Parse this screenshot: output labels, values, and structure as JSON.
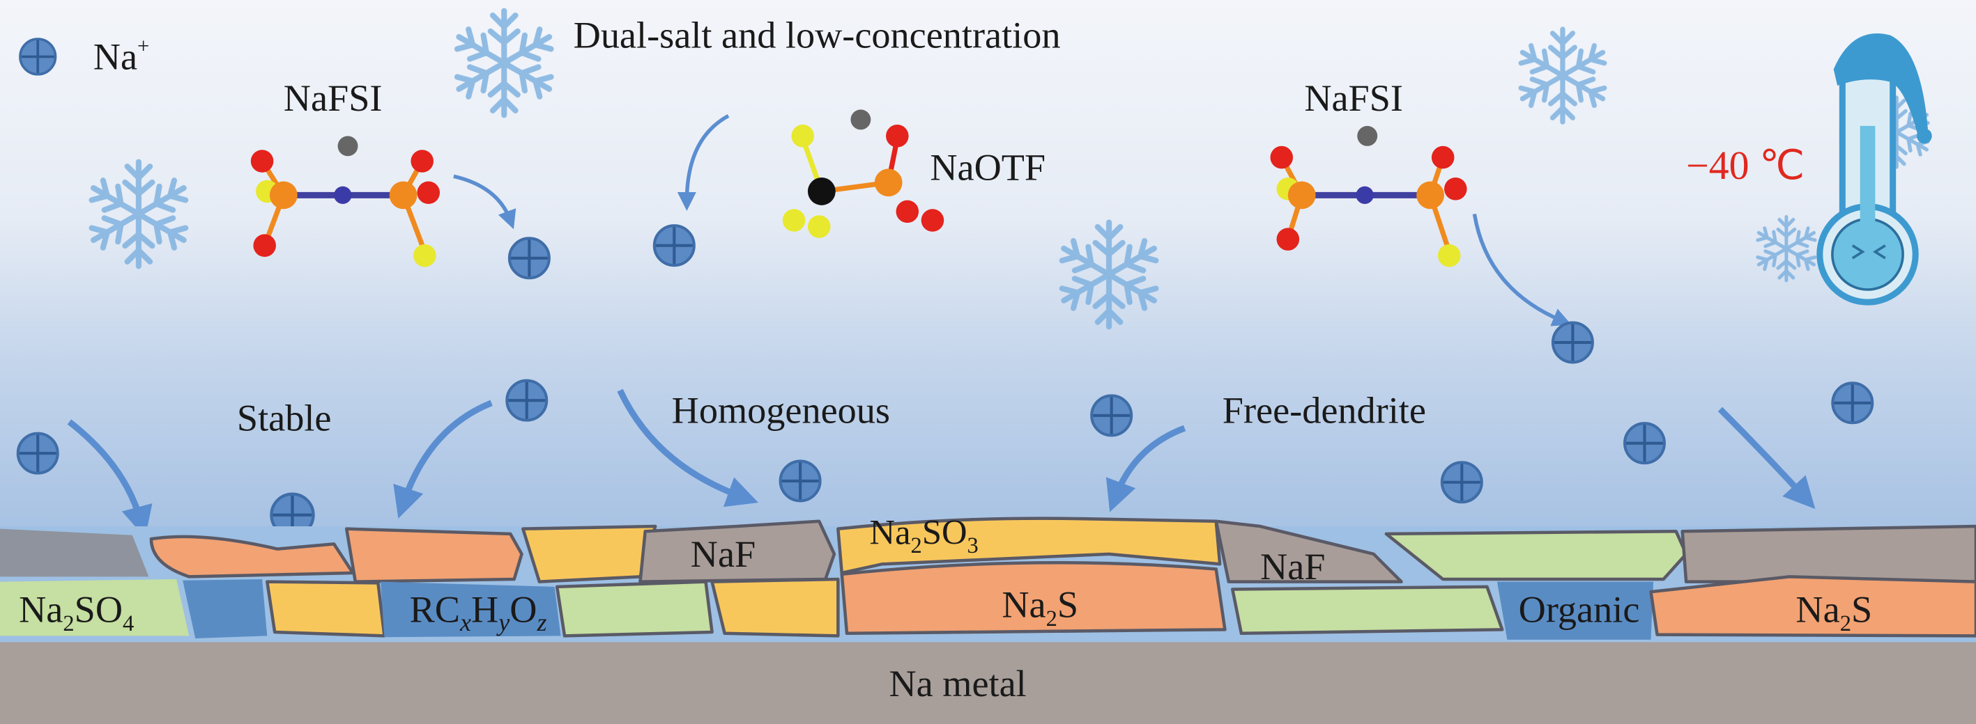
{
  "title": "Dual-salt and low-concentration",
  "legend": {
    "ion_label": [
      "Na",
      "+"
    ],
    "ion_icon": "sodium-ion-icon"
  },
  "salts": {
    "nafsi_left": "NaFSI",
    "naotf": "NaOTF",
    "nafsi_right": "NaFSI"
  },
  "temperature": "−40 ℃",
  "properties": {
    "stable": "Stable",
    "homogeneous": "Homogeneous",
    "free_dendrite": "Free-dendrite"
  },
  "sei": {
    "na2so4": [
      "Na",
      "2",
      "SO",
      "4"
    ],
    "rcxhyoz": [
      "RC",
      "x",
      "H",
      "y",
      "O",
      "z"
    ],
    "naf_1": "NaF",
    "na2so3": [
      "Na",
      "2",
      "SO",
      "3"
    ],
    "na2s_1": [
      "Na",
      "2",
      "S"
    ],
    "naf_2": "NaF",
    "organic": "Organic",
    "na2s_2": [
      "Na",
      "2",
      "S"
    ]
  },
  "substrate": "Na metal",
  "colors": {
    "ion": "#4f7fbf",
    "orange": "#f2a273",
    "yellow": "#f8c75c",
    "green": "#c6dfa2",
    "grey": "#a99d99",
    "blue": "#5a8cc4",
    "metal": "#a89e9a",
    "temp": "#e0281e"
  }
}
